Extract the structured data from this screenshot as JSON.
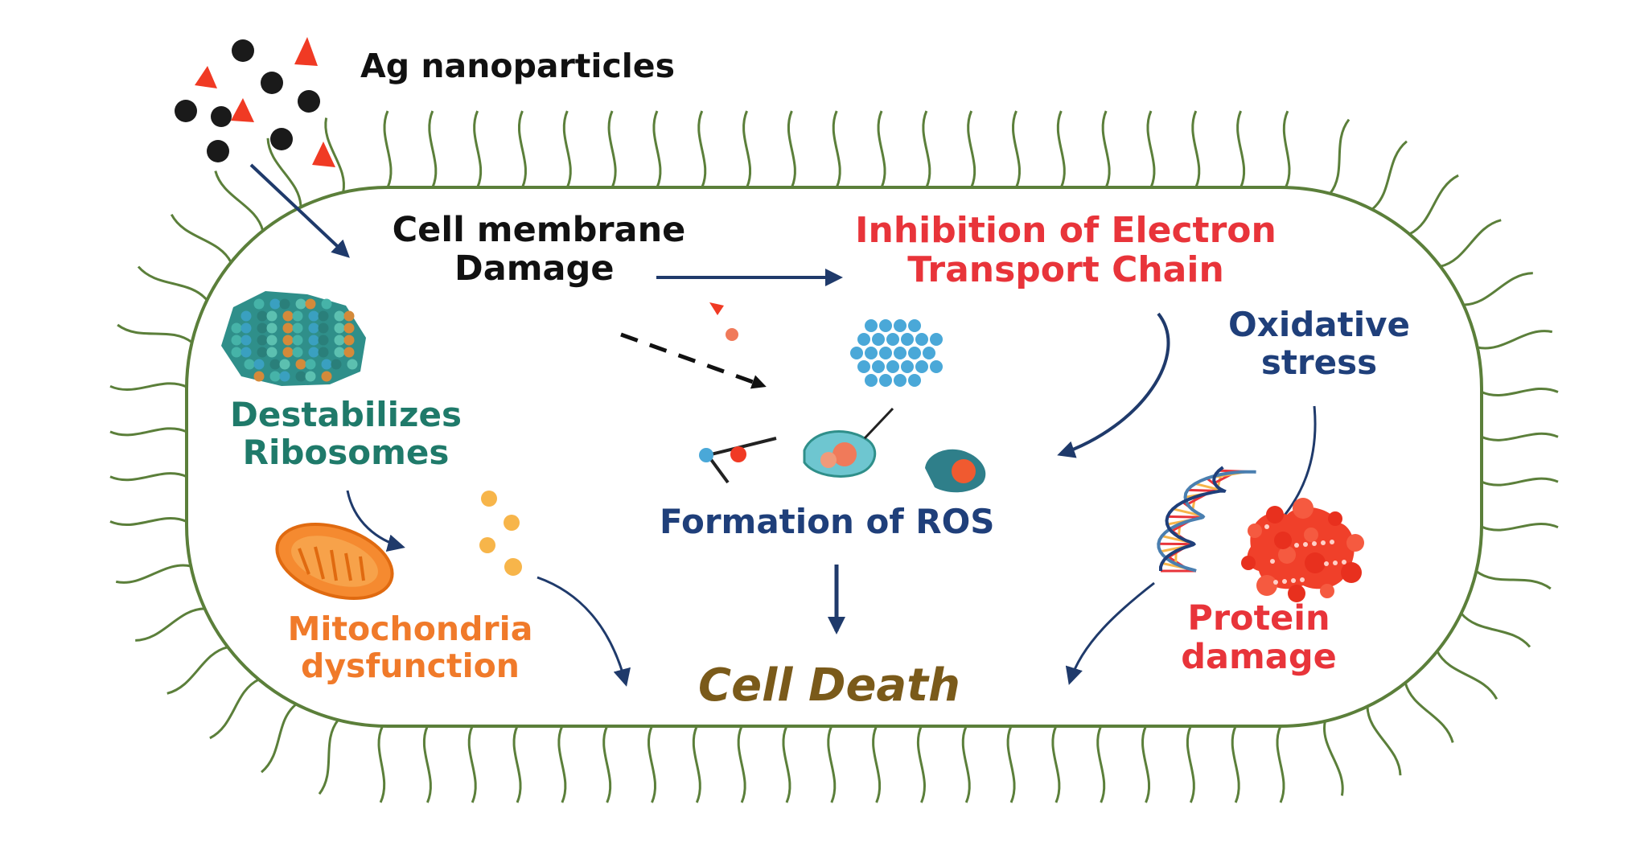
{
  "title": "Ag nanoparticles",
  "labels": {
    "membrane": [
      "Cell membrane",
      "Damage"
    ],
    "etc": [
      "Inhibition of Electron",
      "Transport Chain"
    ],
    "oxidative": [
      "Oxidative",
      "stress"
    ],
    "ribosomes": [
      "Destabilizes",
      "Ribosomes"
    ],
    "ros": "Formation of ROS",
    "mito": [
      "Mitochondria",
      "dysfunction"
    ],
    "protein": [
      "Protein",
      "damage"
    ],
    "death": "Cell Death"
  },
  "colors": {
    "membrane_line": "#5b7f3a",
    "arrow": "#1f3a6b",
    "black_text": "#111111",
    "red_text": "#e8343a",
    "navy_text": "#1f3f7a",
    "teal_text": "#1f7a6a",
    "orange_text": "#f07a2a",
    "death_text": "#7a5a1a",
    "particle_red": "#f03a24",
    "particle_black": "#1a1a1a",
    "ros_blue": "#4aa8d8"
  },
  "icons": [
    "nanoparticle-cluster-icon",
    "ribosome-icon",
    "mitochondria-icon",
    "ros-molecules-icon",
    "dna-helix-icon",
    "protein-clump-icon"
  ]
}
